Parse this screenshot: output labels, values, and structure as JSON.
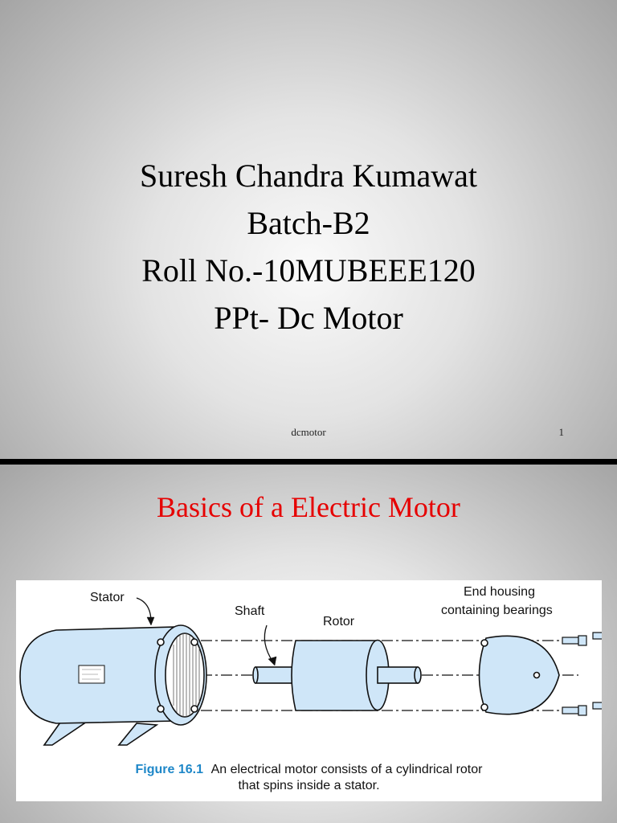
{
  "slide1": {
    "lines": [
      "Suresh Chandra Kumawat",
      "Batch-B2",
      "Roll No.-10MUBEEE120",
      "PPt- Dc Motor"
    ],
    "footer": "dcmotor",
    "page_number": "1"
  },
  "slide2": {
    "title": "Basics of a Electric Motor",
    "figure": {
      "labels": {
        "stator": "Stator",
        "shaft": "Shaft",
        "rotor": "Rotor",
        "end_housing_1": "End housing",
        "end_housing_2": "containing bearings"
      },
      "caption": {
        "figure_label": "Figure 16.1",
        "line1": "An electrical motor consists of a cylindrical rotor",
        "line2": "that spins inside a stator."
      }
    }
  },
  "colors": {
    "slide2_title": "#e60000",
    "figure_label": "#1e87c8",
    "motor_fill": "#cfe6f8"
  }
}
